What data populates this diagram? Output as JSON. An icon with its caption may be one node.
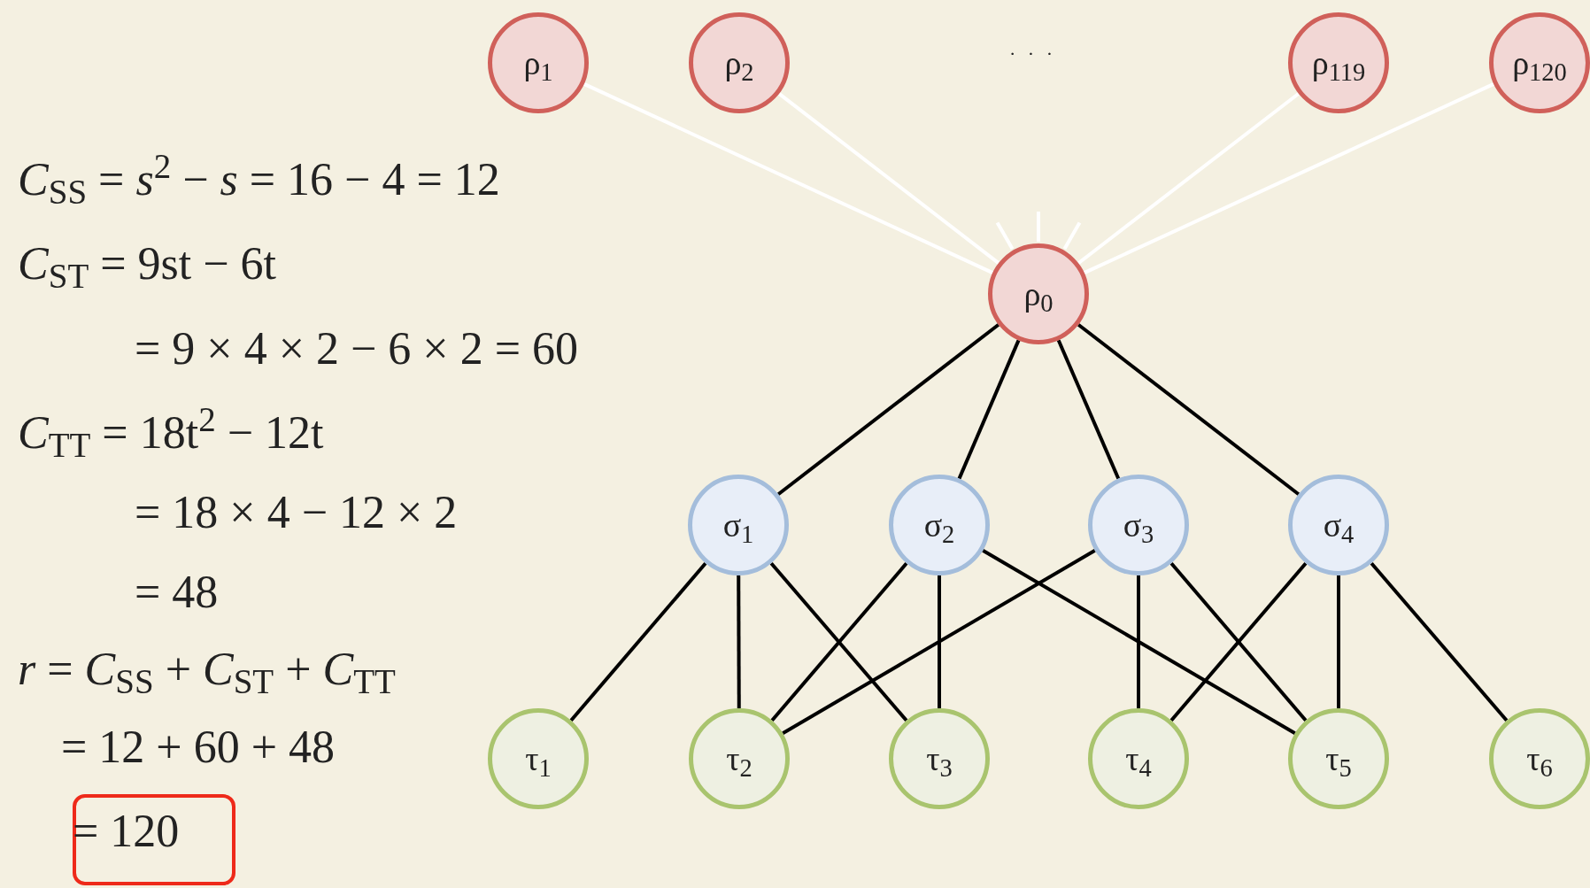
{
  "diagram": {
    "nodes": [
      {
        "text": [
          "ρ$_{1}$"
        ]
      },
      {
        "text": [
          "ρ$_{2}$"
        ]
      },
      {
        "text": [
          "ρ$_{119}$"
        ]
      },
      {
        "text": [
          "ρ$_{120}$"
        ]
      },
      {
        "text": [
          "ρ$_{0}$"
        ]
      },
      {
        "text": [
          "σ$_{1}$"
        ]
      },
      {
        "text": [
          "σ$_{2}$"
        ]
      },
      {
        "text": [
          "σ$_{3}$"
        ]
      },
      {
        "text": [
          "σ$_{4}$"
        ]
      },
      {
        "text": [
          "τ$_{1}$"
        ]
      },
      {
        "text": [
          "τ$_{2}$"
        ]
      },
      {
        "text": [
          "τ$_{3}$"
        ]
      },
      {
        "text": [
          "τ$_{4}$"
        ]
      },
      {
        "text": [
          "τ$_{5}$"
        ]
      },
      {
        "text": [
          "τ$_{6}$"
        ]
      }
    ],
    "edges": [
      {
        "from": 0,
        "to": 4,
        "arrow": "none",
        "color": "#ffffff"
      },
      {
        "from": 1,
        "to": 4,
        "arrow": "none",
        "color": "#ffffff"
      },
      {
        "from": 2,
        "to": 4,
        "arrow": "none",
        "color": "#ffffff"
      },
      {
        "from": 3,
        "to": 4,
        "arrow": "none",
        "color": "#ffffff"
      },
      {
        "from": 4,
        "to": null,
        "arrow": "none",
        "color": "#ffffff"
      },
      {
        "from": 4,
        "to": null,
        "arrow": "none",
        "color": "#ffffff"
      },
      {
        "from": 4,
        "to": null,
        "arrow": "none",
        "color": "#ffffff"
      },
      {
        "from": 4,
        "to": 5,
        "arrow": "none"
      },
      {
        "from": 4,
        "to": 6,
        "arrow": "none"
      },
      {
        "from": 4,
        "to": 7,
        "arrow": "none"
      },
      {
        "from": 4,
        "to": 8,
        "arrow": "none"
      },
      {
        "from": 5,
        "to": 9,
        "arrow": "none"
      },
      {
        "from": 5,
        "to": 10,
        "arrow": "none"
      },
      {
        "from": 5,
        "to": 11,
        "arrow": "none"
      },
      {
        "from": 6,
        "to": 10,
        "arrow": "none"
      },
      {
        "from": 6,
        "to": 11,
        "arrow": "none"
      },
      {
        "from": 6,
        "to": 13,
        "arrow": "none"
      },
      {
        "from": 7,
        "to": 10,
        "arrow": "none"
      },
      {
        "from": 7,
        "to": 12,
        "arrow": "none"
      },
      {
        "from": 7,
        "to": 13,
        "arrow": "none"
      },
      {
        "from": 8,
        "to": 12,
        "arrow": "none"
      },
      {
        "from": 8,
        "to": 13,
        "arrow": "none"
      },
      {
        "from": 8,
        "to": 14,
        "arrow": "none"
      }
    ],
    "labels": [
      "· · ·",
      "*C*$_{SS}$ = *s*$^{2}$ − *s* = 16 − 4 = 12",
      "*C*$_{ST}$ = 9st − 6t",
      "= 9 × 4 × 2 − 6 × 2 = 60",
      "*C*$_{TT}$ = 18t$^{2}$ − 12t",
      "= 18 × 4 − 12 × 2",
      "= 48",
      "*r* = *C*$_{SS}$ + *C*$_{ST}$ + *C*$_{TT}$",
      "= 12 + 60 + 48",
      "= 120"
    ]
  }
}
